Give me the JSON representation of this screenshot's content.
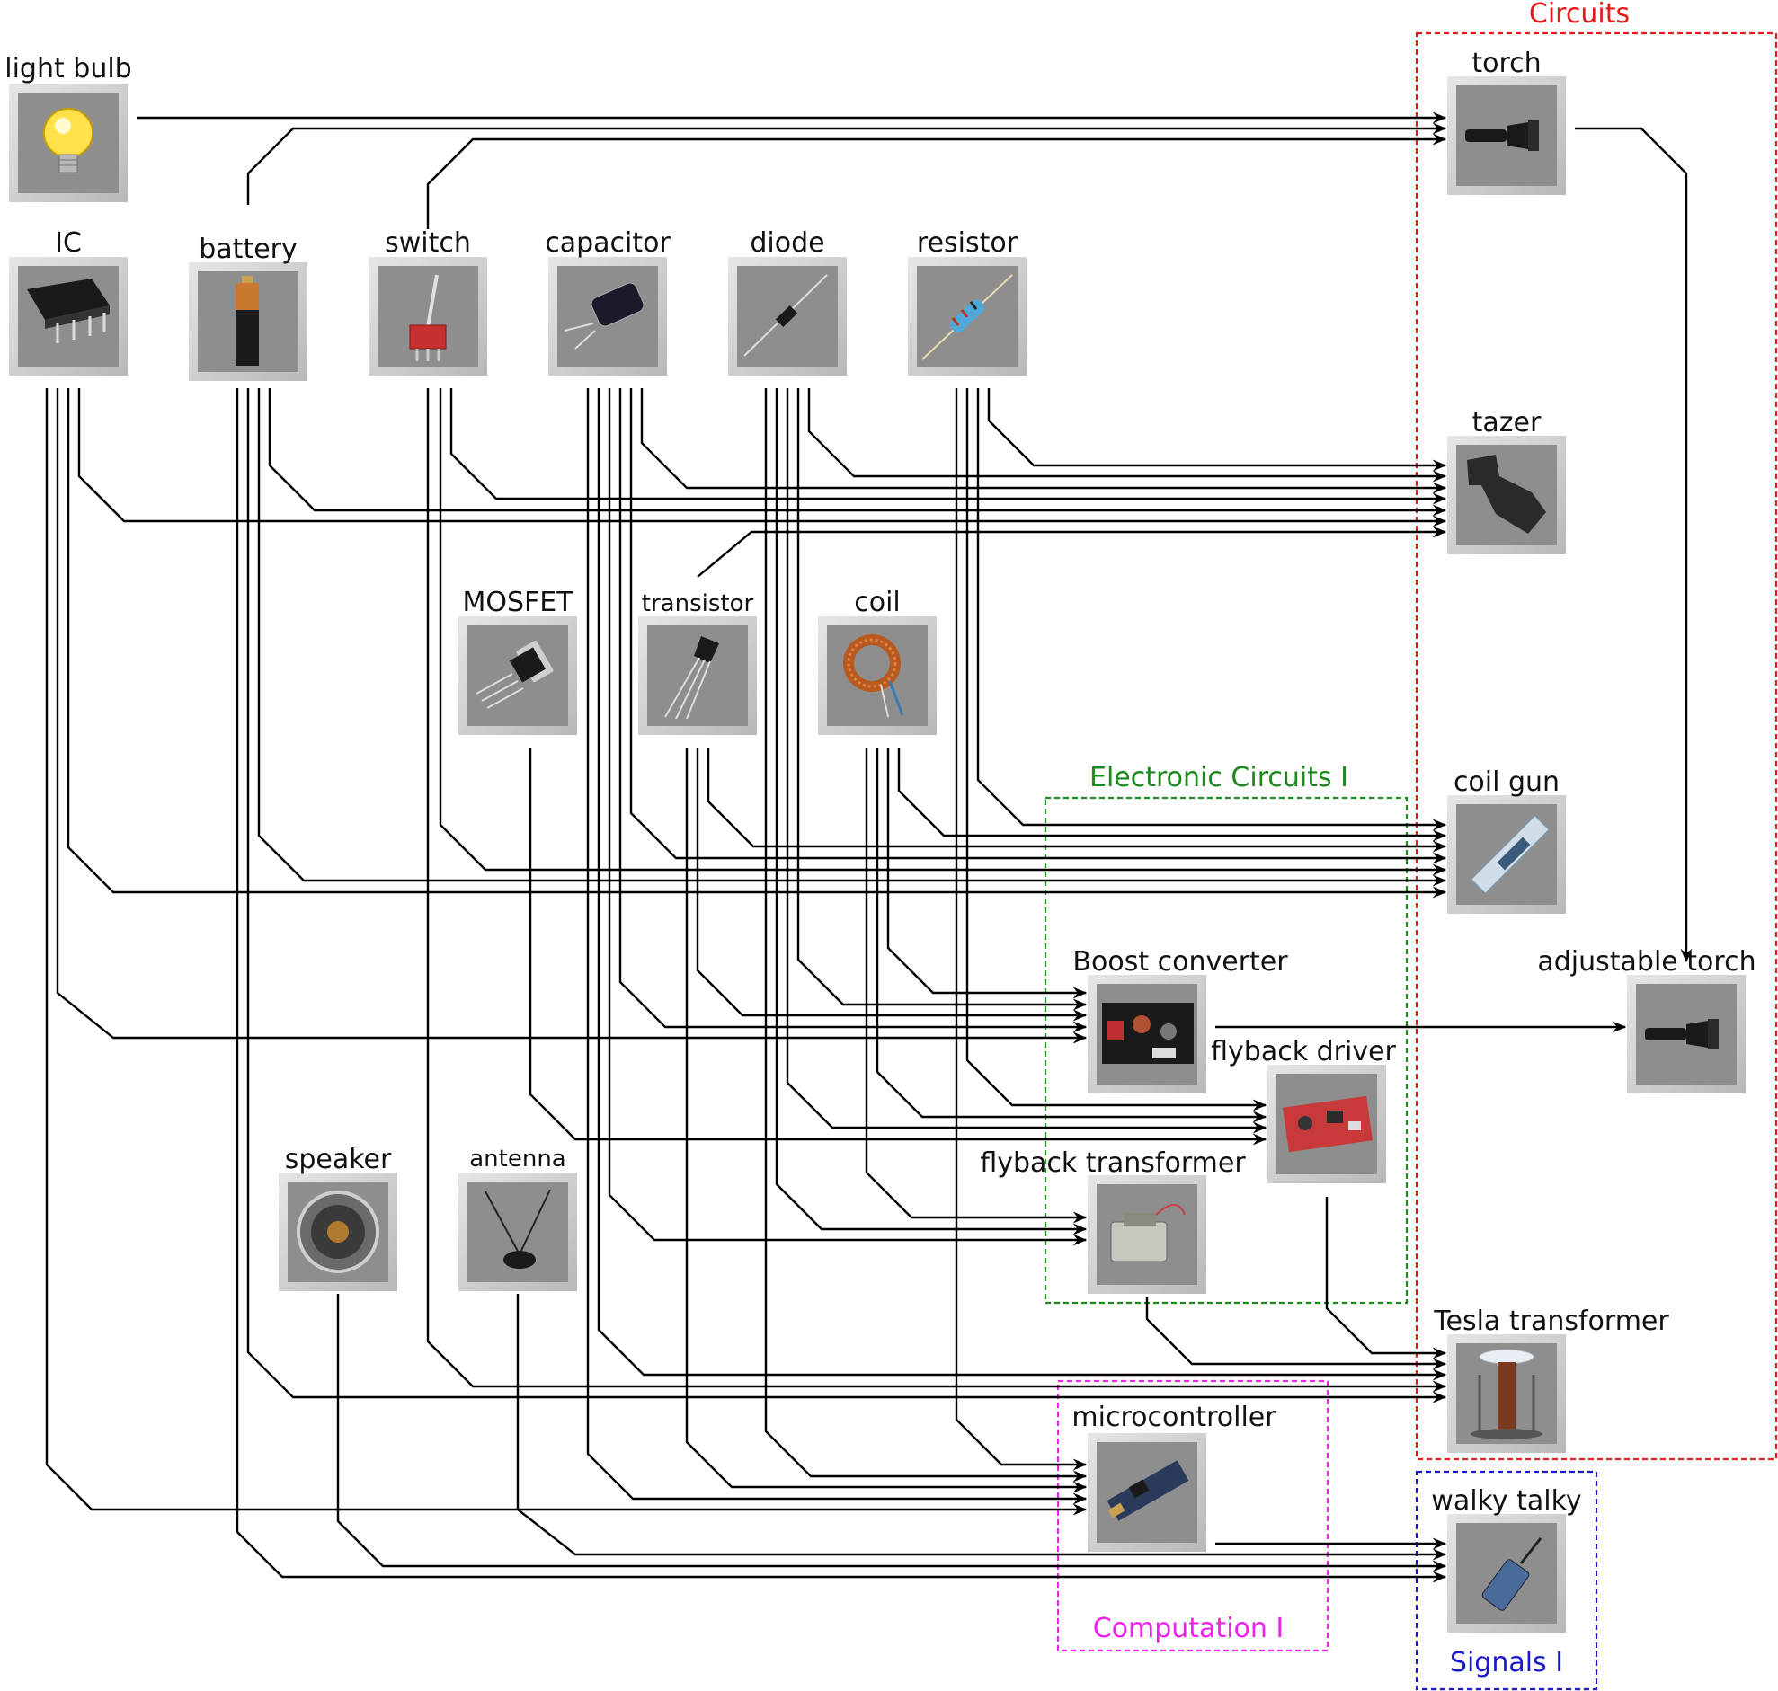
{
  "colors": {
    "circuits": "#e41a1c",
    "electronic_circuits": "#1a8a1a",
    "computation": "#ee22ee",
    "signals": "#1a1acc",
    "edge": "#000000",
    "tile_bg": "#8e8e8e",
    "tile_frame": "#cfcfcf"
  },
  "groups": [
    {
      "id": "circuits",
      "label": "Circuits",
      "color_key": "circuits"
    },
    {
      "id": "electronic",
      "label": "Electronic Circuits I",
      "color_key": "electronic_circuits"
    },
    {
      "id": "computation",
      "label": "Computation I",
      "color_key": "computation"
    },
    {
      "id": "signals",
      "label": "Signals I",
      "color_key": "signals"
    }
  ],
  "nodes": [
    {
      "id": "light_bulb",
      "label": "light bulb",
      "icon": "light-bulb-icon"
    },
    {
      "id": "ic",
      "label": "IC",
      "icon": "chip-icon"
    },
    {
      "id": "battery",
      "label": "battery",
      "icon": "battery-icon"
    },
    {
      "id": "switch",
      "label": "switch",
      "icon": "toggle-switch-icon"
    },
    {
      "id": "capacitor",
      "label": "capacitor",
      "icon": "capacitor-icon"
    },
    {
      "id": "diode",
      "label": "diode",
      "icon": "diode-icon"
    },
    {
      "id": "resistor",
      "label": "resistor",
      "icon": "resistor-icon"
    },
    {
      "id": "mosfet",
      "label": "MOSFET",
      "icon": "mosfet-icon"
    },
    {
      "id": "transistor",
      "label": "transistor",
      "icon": "transistor-icon"
    },
    {
      "id": "coil",
      "label": "coil",
      "icon": "coil-icon"
    },
    {
      "id": "speaker",
      "label": "speaker",
      "icon": "speaker-icon"
    },
    {
      "id": "antenna",
      "label": "antenna",
      "icon": "antenna-icon"
    },
    {
      "id": "torch",
      "label": "torch",
      "icon": "flashlight-icon"
    },
    {
      "id": "tazer",
      "label": "tazer",
      "icon": "tazer-icon"
    },
    {
      "id": "coil_gun",
      "label": "coil gun",
      "icon": "coil-gun-icon"
    },
    {
      "id": "boost",
      "label": "Boost converter",
      "icon": "circuit-board-icon"
    },
    {
      "id": "flyback_driver",
      "label": "flyback driver",
      "icon": "driver-board-icon"
    },
    {
      "id": "flyback_transformer",
      "label": "flyback transformer",
      "icon": "transformer-icon"
    },
    {
      "id": "adjustable_torch",
      "label": "adjustable torch",
      "icon": "flashlight-icon"
    },
    {
      "id": "tesla",
      "label": "Tesla transformer",
      "icon": "tesla-coil-icon"
    },
    {
      "id": "microcontroller",
      "label": "microcontroller",
      "icon": "microcontroller-icon"
    },
    {
      "id": "walky_talky",
      "label": "walky talky",
      "icon": "walkie-talkie-icon"
    }
  ],
  "edges": [
    {
      "from": "light_bulb",
      "to": "torch"
    },
    {
      "from": "battery",
      "to": "torch"
    },
    {
      "from": "switch",
      "to": "torch"
    },
    {
      "from": "torch",
      "to": "adjustable_torch"
    },
    {
      "from": "resistor",
      "to": "tazer"
    },
    {
      "from": "diode",
      "to": "tazer"
    },
    {
      "from": "capacitor",
      "to": "tazer"
    },
    {
      "from": "switch",
      "to": "tazer"
    },
    {
      "from": "battery",
      "to": "tazer"
    },
    {
      "from": "ic",
      "to": "tazer"
    },
    {
      "from": "transistor",
      "to": "tazer"
    },
    {
      "from": "resistor",
      "to": "coil_gun"
    },
    {
      "from": "coil",
      "to": "coil_gun"
    },
    {
      "from": "transistor",
      "to": "coil_gun"
    },
    {
      "from": "capacitor",
      "to": "coil_gun"
    },
    {
      "from": "switch",
      "to": "coil_gun"
    },
    {
      "from": "battery",
      "to": "coil_gun"
    },
    {
      "from": "ic",
      "to": "coil_gun"
    },
    {
      "from": "coil",
      "to": "boost"
    },
    {
      "from": "diode",
      "to": "boost"
    },
    {
      "from": "transistor",
      "to": "boost"
    },
    {
      "from": "capacitor",
      "to": "boost"
    },
    {
      "from": "ic",
      "to": "boost"
    },
    {
      "from": "boost",
      "to": "adjustable_torch"
    },
    {
      "from": "resistor",
      "to": "flyback_driver"
    },
    {
      "from": "coil",
      "to": "flyback_driver"
    },
    {
      "from": "diode",
      "to": "flyback_driver"
    },
    {
      "from": "mosfet",
      "to": "flyback_driver"
    },
    {
      "from": "coil",
      "to": "flyback_transformer"
    },
    {
      "from": "diode",
      "to": "flyback_transformer"
    },
    {
      "from": "capacitor",
      "to": "flyback_transformer"
    },
    {
      "from": "flyback_transformer",
      "to": "tesla"
    },
    {
      "from": "flyback_driver",
      "to": "tesla"
    },
    {
      "from": "capacitor",
      "to": "tesla"
    },
    {
      "from": "switch",
      "to": "tesla"
    },
    {
      "from": "battery",
      "to": "tesla"
    },
    {
      "from": "resistor",
      "to": "microcontroller"
    },
    {
      "from": "diode",
      "to": "microcontroller"
    },
    {
      "from": "transistor",
      "to": "microcontroller"
    },
    {
      "from": "capacitor",
      "to": "microcontroller"
    },
    {
      "from": "ic",
      "to": "microcontroller"
    },
    {
      "from": "microcontroller",
      "to": "walky_talky"
    },
    {
      "from": "antenna",
      "to": "walky_talky"
    },
    {
      "from": "speaker",
      "to": "walky_talky"
    },
    {
      "from": "battery",
      "to": "walky_talky"
    }
  ]
}
